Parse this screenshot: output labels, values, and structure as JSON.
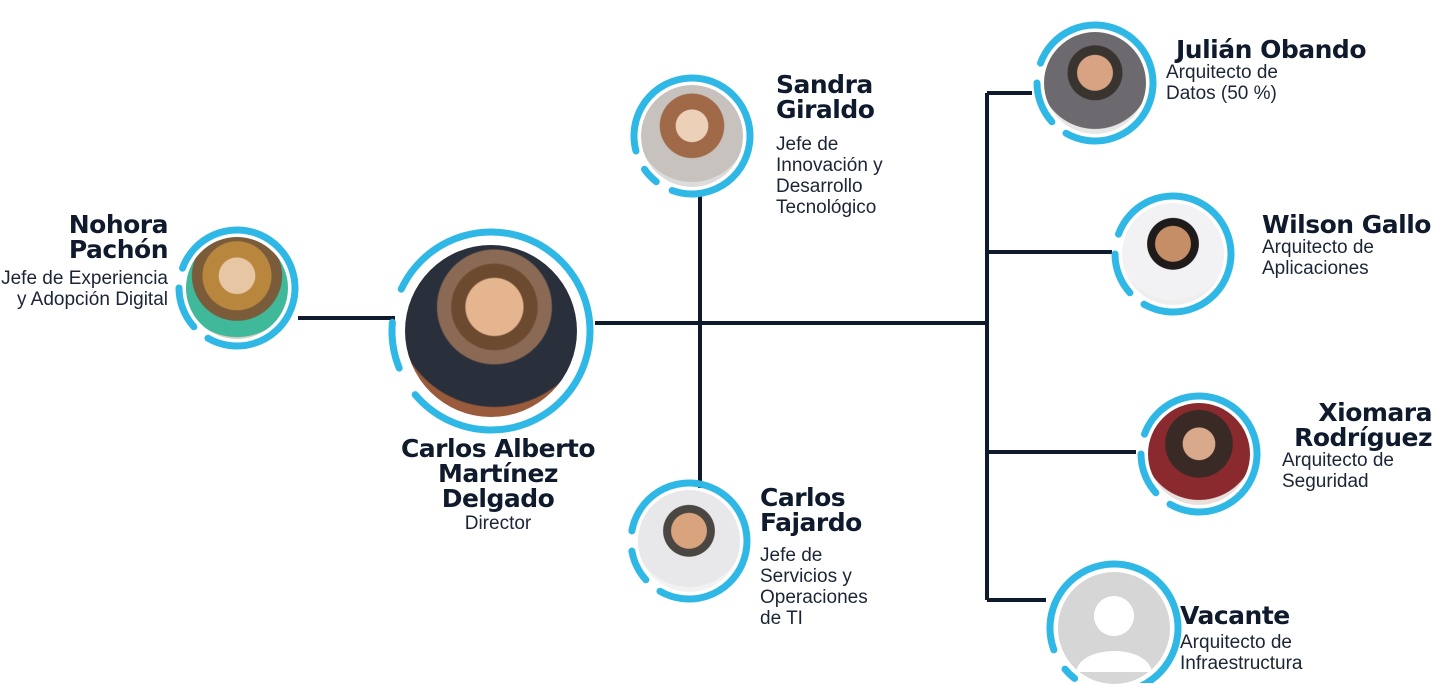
{
  "director": {
    "name": "Carlos Alberto Martínez Delgado",
    "role": "Director"
  },
  "people": [
    {
      "id": "nohora",
      "name": "Nohora Pachón",
      "role": "Jefe de Experiencia y Adopción Digital"
    },
    {
      "id": "sandra",
      "name": "Sandra Giraldo",
      "role": "Jefe de Innovación y Desarrollo Tecnológico"
    },
    {
      "id": "carlos-f",
      "name": "Carlos Fajardo",
      "role": "Jefe de Servicios y Operaciones de TI"
    },
    {
      "id": "julian",
      "name": "Julián Obando",
      "role": "Arquitecto de Datos (50 %)"
    },
    {
      "id": "wilson",
      "name": "Wilson Gallo",
      "role": "Arquitecto de Aplicaciones"
    },
    {
      "id": "xiomara",
      "name": "Xiomara Rodríguez",
      "role": "Arquitecto de Seguridad"
    },
    {
      "id": "vacante",
      "name": "Vacante",
      "role": "Arquitecto de Infraestructura"
    }
  ],
  "colors": {
    "ring": "#2fb8e6",
    "line": "#0f1b2d",
    "text": "#0f1b2d"
  }
}
